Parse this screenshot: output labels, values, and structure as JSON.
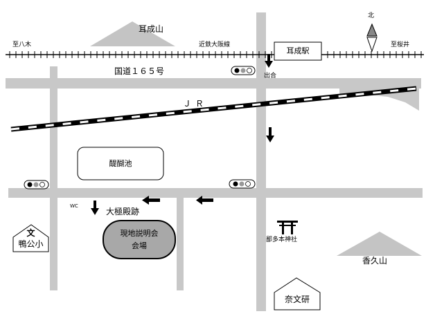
{
  "map": {
    "north_label": "北",
    "mountains": [
      {
        "id": "miminashi",
        "label": "耳成山"
      },
      {
        "id": "kagu",
        "label": "香久山"
      }
    ],
    "railway_kintetsu": {
      "name": "近鉄大阪線",
      "west_end": "至八木",
      "east_end": "至桜井",
      "station": "耳成駅",
      "exit_label": "出合"
    },
    "highway": "国道１６５号",
    "railway_jr": "ＪＲ",
    "pond": "醍醐池",
    "site": "大極殿跡",
    "venue": [
      "現地説明会",
      "会場"
    ],
    "restroom": "WC",
    "school": {
      "symbol": "文",
      "name": "鴨公小"
    },
    "shrine": "鄙多本神社",
    "institute": "奈文研",
    "colors": {
      "road": "#c8c8c8",
      "venue_fill": "#a8a8a8",
      "mountain_fill": "#c4c4c4",
      "traffic_light_fill": "#999999"
    }
  }
}
